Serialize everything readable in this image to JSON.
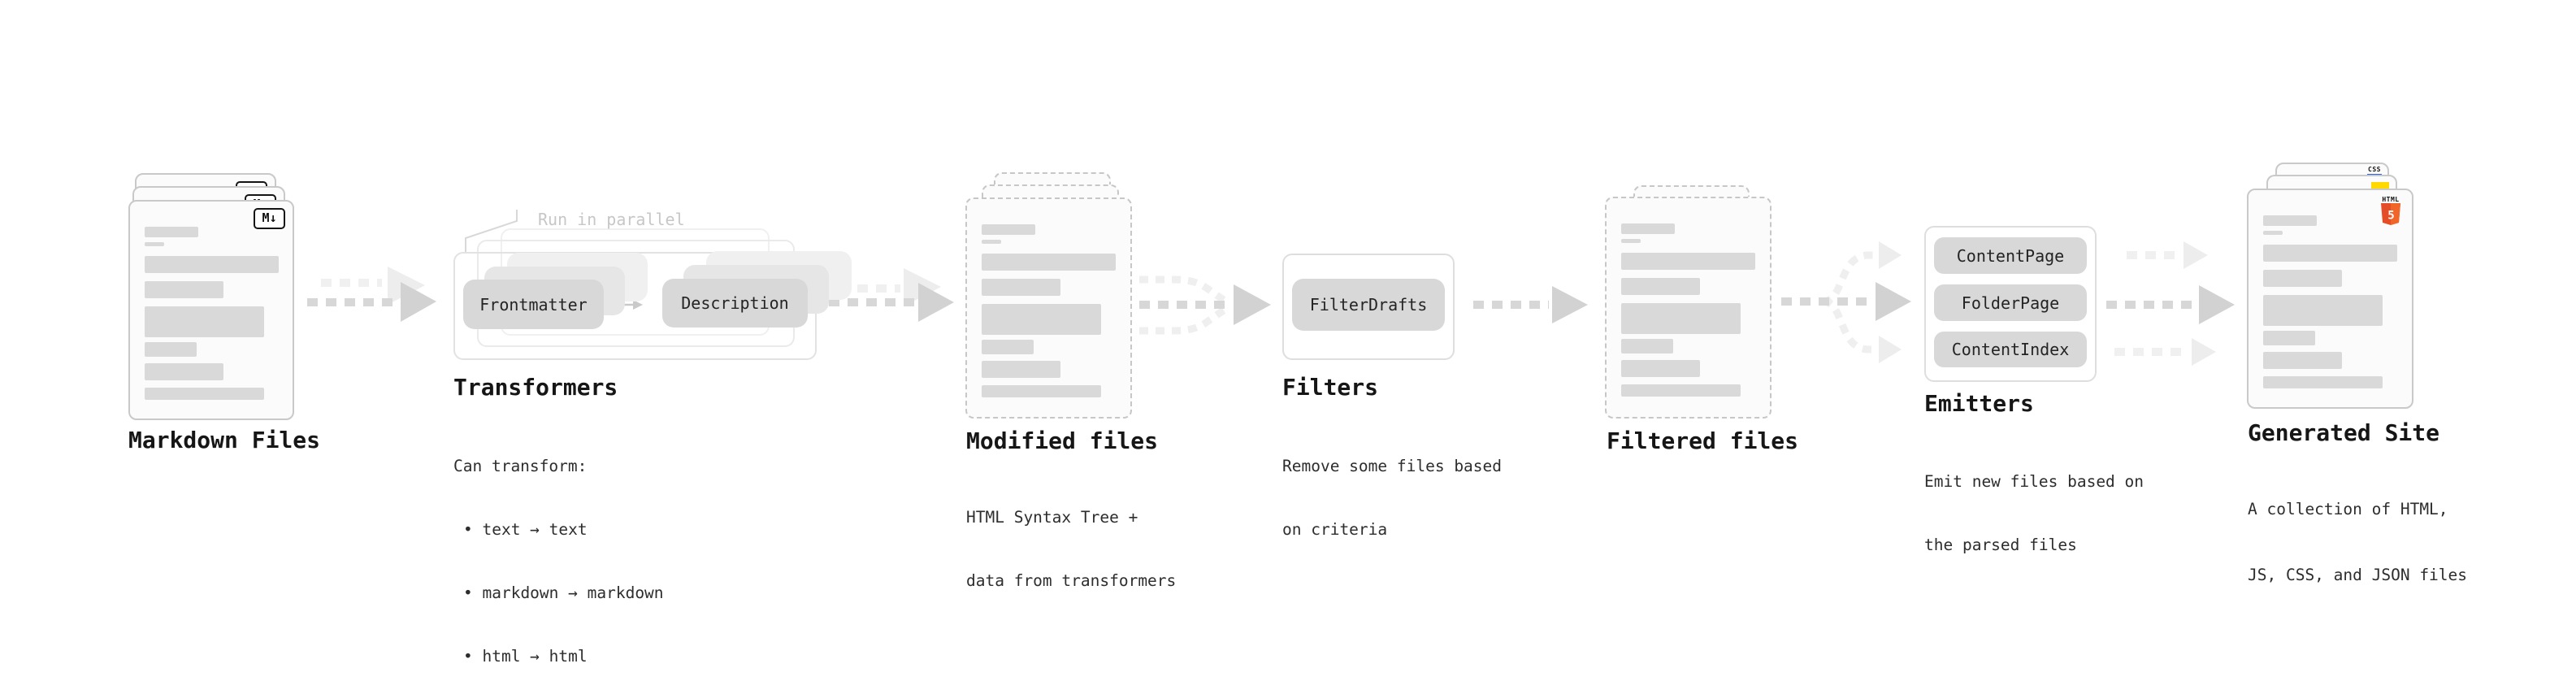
{
  "stages": {
    "markdown": {
      "label": "Markdown Files",
      "badge": "M↓"
    },
    "transformers": {
      "label": "Transformers",
      "callout": "Run in parallel",
      "pill_from": "Frontmatter",
      "pill_to": "Description",
      "note_title": "Can transform:",
      "bullets": [
        "• text → text",
        "• markdown → markdown",
        "• html → html"
      ]
    },
    "modified": {
      "label": "Modified files",
      "desc": [
        "HTML Syntax Tree +",
        "data from transformers"
      ]
    },
    "filters": {
      "label": "Filters",
      "pill": "FilterDrafts",
      "desc": [
        "Remove some files based",
        "on criteria"
      ]
    },
    "filtered": {
      "label": "Filtered files"
    },
    "emitters": {
      "label": "Emitters",
      "pills": [
        "ContentPage",
        "FolderPage",
        "ContentIndex"
      ],
      "desc": [
        "Emit new files based on",
        "the parsed files"
      ]
    },
    "site": {
      "label": "Generated Site",
      "badges": {
        "css": "CSS",
        "html_word": "HTML",
        "html_number": "5"
      },
      "desc": [
        "A collection of HTML,",
        "JS, CSS, and JSON files"
      ]
    }
  },
  "colors": {
    "arrow_dark": "#d2d2d2",
    "arrow_light": "#ededed",
    "placeholder_bar": "#d9d9d9",
    "pill_gray": "#d8d8d8",
    "html5_orange": "#e44d26",
    "html5_orange_light": "#f16529",
    "js_yellow": "#ffd900",
    "css_blue": "#2d65d8"
  }
}
